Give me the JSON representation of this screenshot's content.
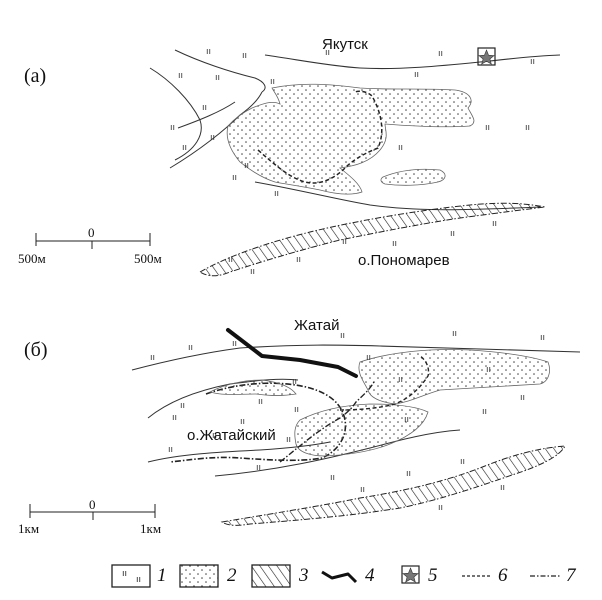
{
  "panel_a": {
    "label": "(а)",
    "city": "Якутск",
    "island": "о.Пономарев",
    "scale": {
      "zero": "0",
      "left": "500м",
      "right": "500м"
    }
  },
  "panel_b": {
    "label": "(б)",
    "city": "Жатай",
    "island": "о.Жатайский",
    "scale": {
      "zero": "0",
      "left": "1км",
      "right": "1км"
    }
  },
  "legend": [
    {
      "num": "1",
      "symbol": "marsh-swatch"
    },
    {
      "num": "2",
      "symbol": "dotted-swatch"
    },
    {
      "num": "3",
      "symbol": "hatched-swatch"
    },
    {
      "num": "4",
      "symbol": "thick-line"
    },
    {
      "num": "5",
      "symbol": "star-box"
    },
    {
      "num": "6",
      "symbol": "dashed-line"
    },
    {
      "num": "7",
      "symbol": "dash-dot-line"
    }
  ]
}
